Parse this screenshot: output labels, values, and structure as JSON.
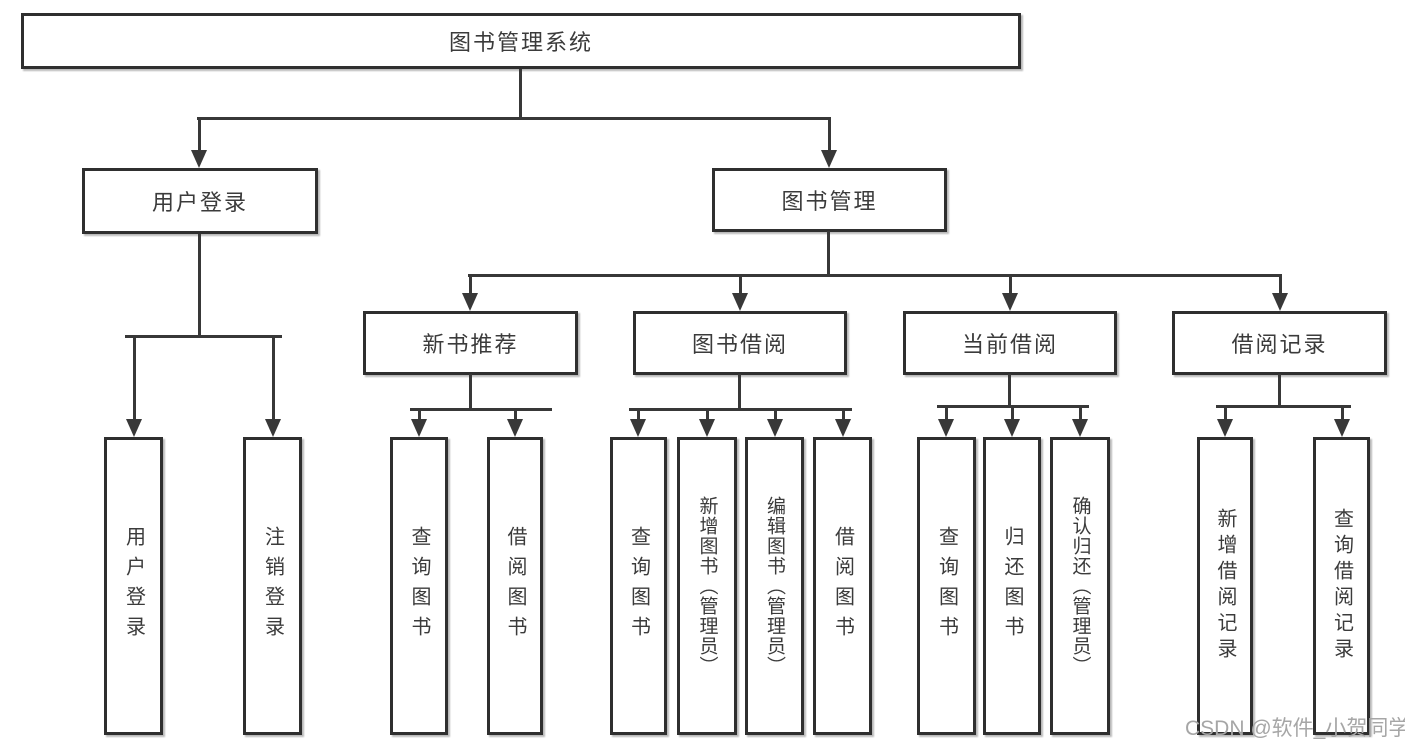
{
  "diagram": {
    "watermark": "CSDN @软件_小贺同学",
    "colors": {
      "line": "#383838",
      "box_border": "#2f2f2f",
      "text": "#3b3b3b",
      "background": "#ffffff",
      "watermark_color": "#a6a6a6"
    },
    "tree": {
      "label": "图书管理系统",
      "children": [
        {
          "label": "用户登录",
          "children": [
            {
              "label": "用户登录"
            },
            {
              "label": "注销登录"
            }
          ]
        },
        {
          "label": "图书管理",
          "children": [
            {
              "label": "新书推荐",
              "children": [
                {
                  "label": "查询图书"
                },
                {
                  "label": "借阅图书"
                }
              ]
            },
            {
              "label": "图书借阅",
              "children": [
                {
                  "label": "查询图书"
                },
                {
                  "label": "新增图书（管理员）"
                },
                {
                  "label": "编辑图书（管理员）"
                },
                {
                  "label": "借阅图书"
                }
              ]
            },
            {
              "label": "当前借阅",
              "children": [
                {
                  "label": "查询图书"
                },
                {
                  "label": "归还图书"
                },
                {
                  "label": "确认归还（管理员）"
                }
              ]
            },
            {
              "label": "借阅记录",
              "children": [
                {
                  "label": "新增借阅记录"
                },
                {
                  "label": "查询借阅记录"
                }
              ]
            }
          ]
        }
      ]
    }
  }
}
